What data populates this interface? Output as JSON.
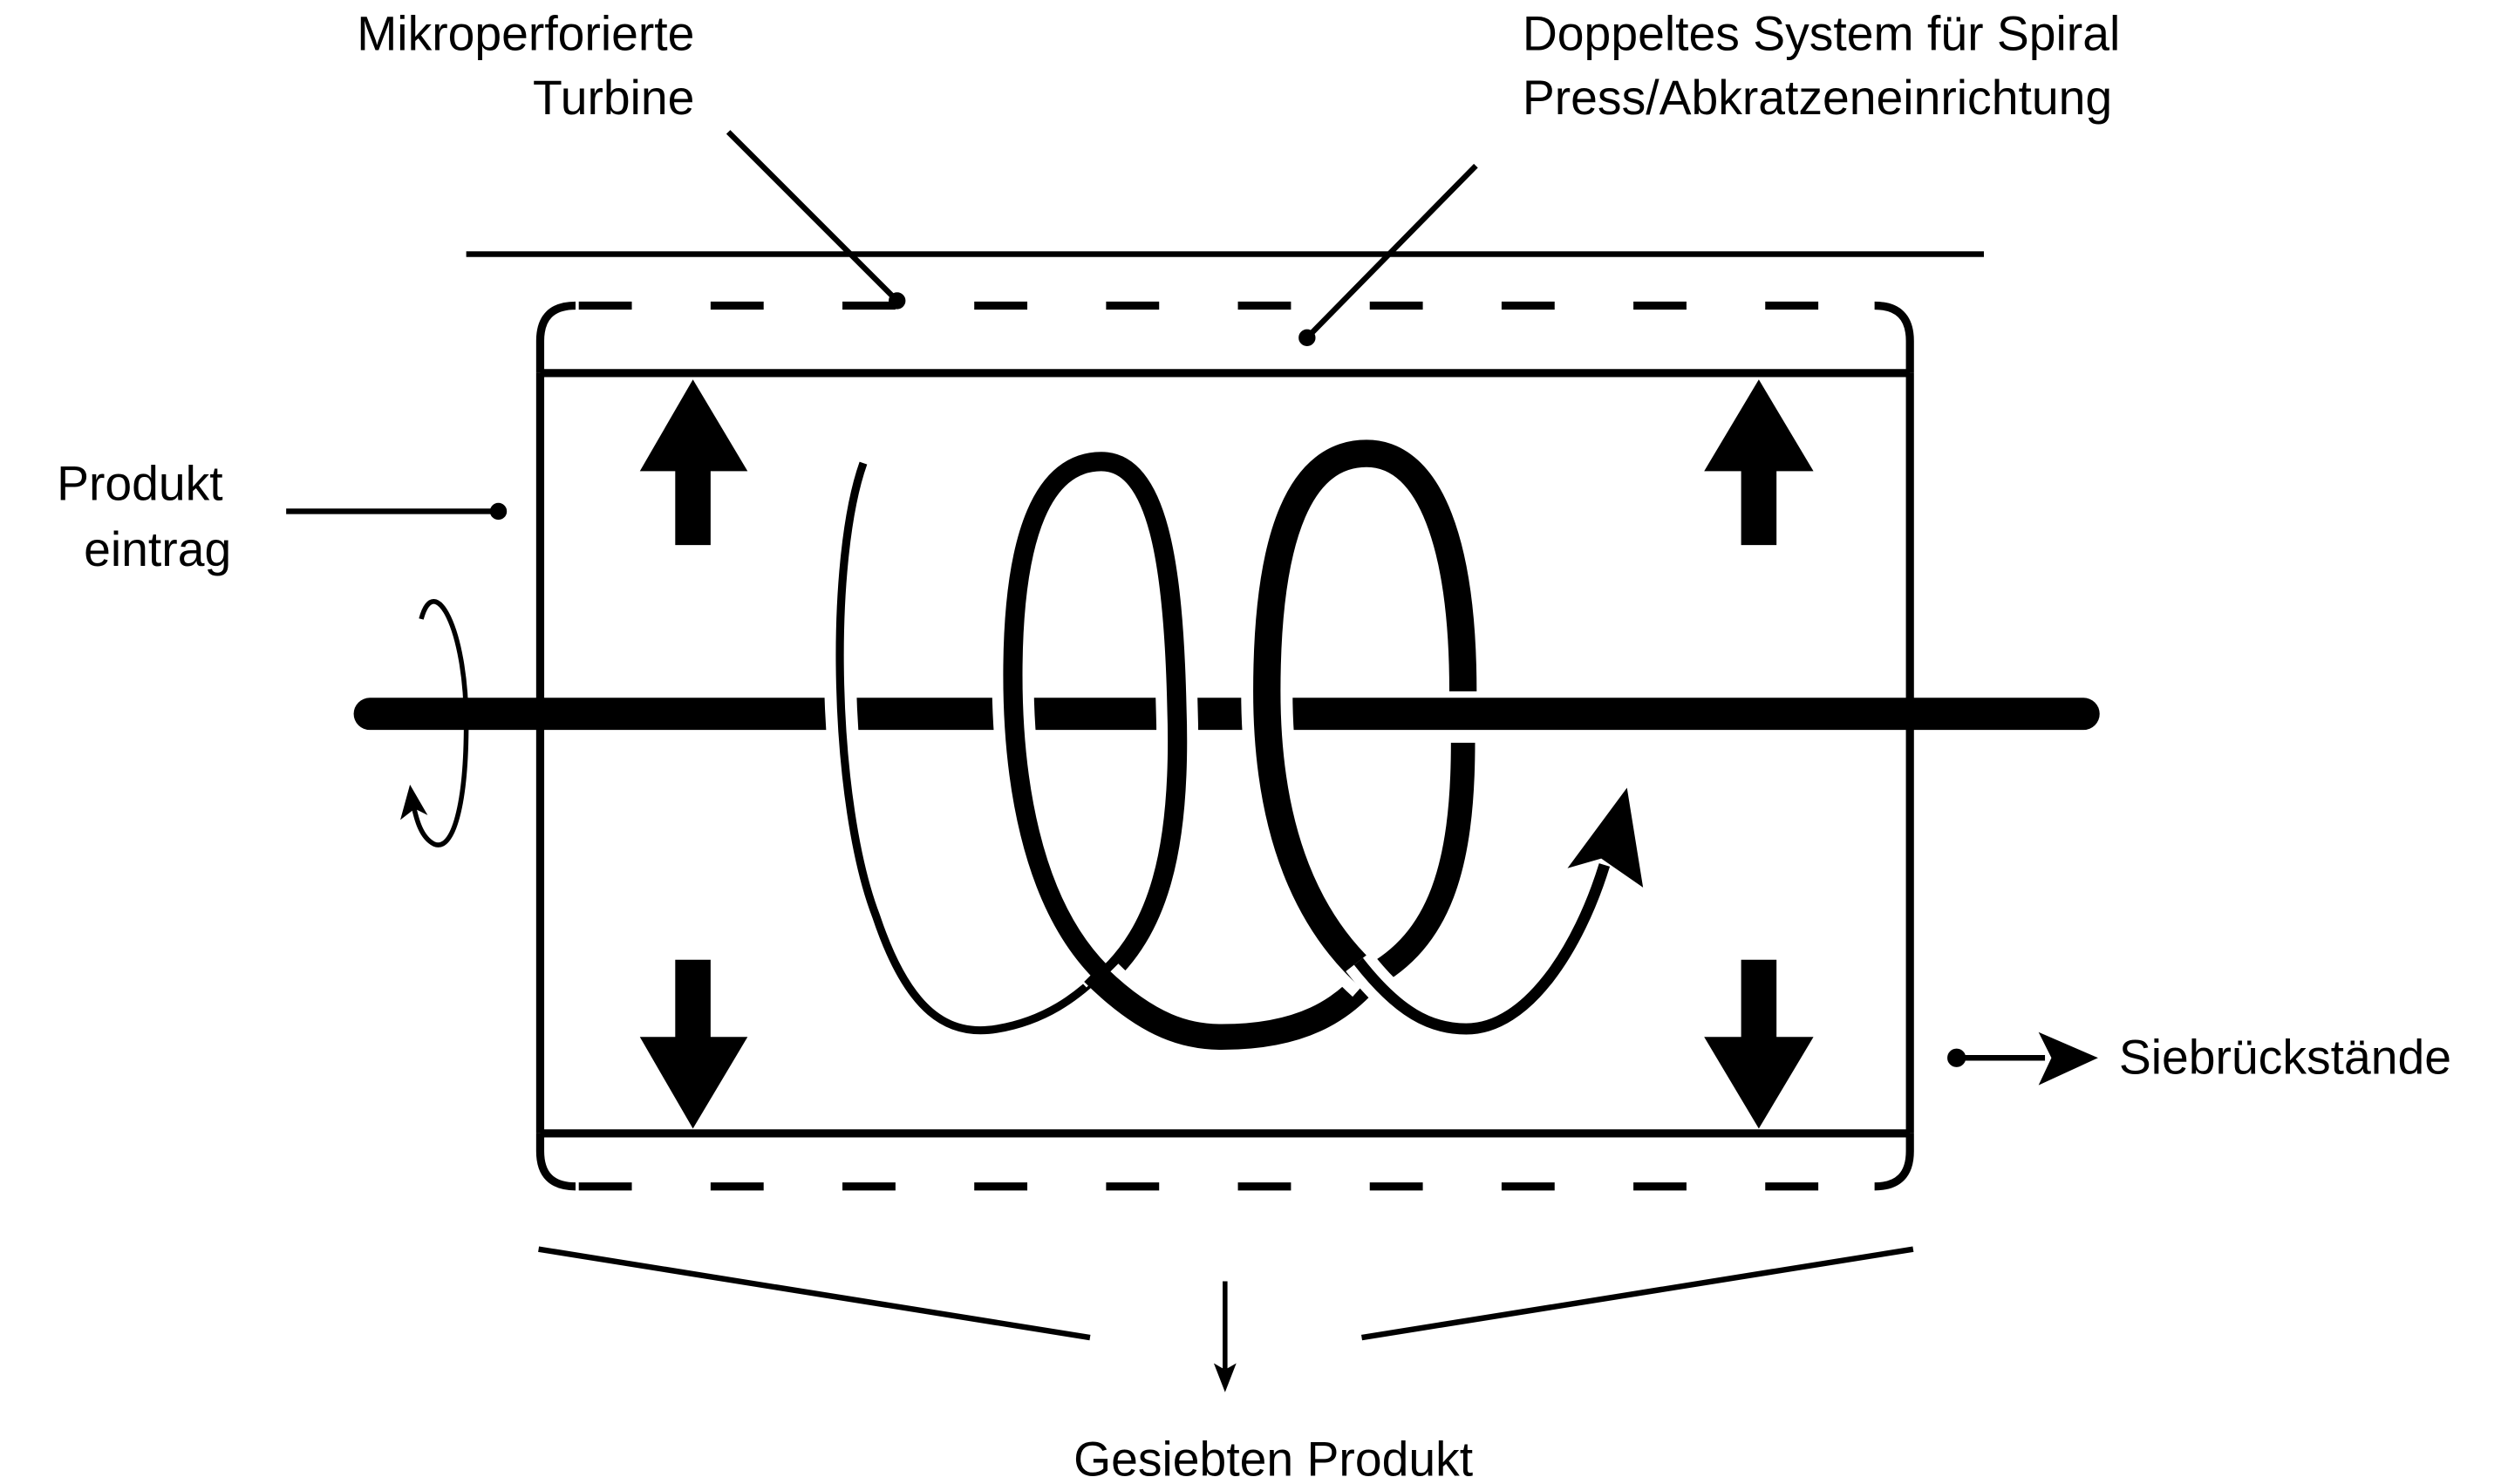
{
  "labels": {
    "turbine_line1": "Mikroperforierte",
    "turbine_line2": "Turbine",
    "spiral_line1": "Doppeltes System für Spiral",
    "spiral_line2": "Press/Abkratzeneinrichtung",
    "inlet_line1": "Produkt",
    "inlet_line2": "eintrag",
    "residue": "Siebrückstände",
    "output": "Gesiebten Produkt"
  },
  "colors": {
    "ink": "#000000",
    "background": "#ffffff"
  }
}
